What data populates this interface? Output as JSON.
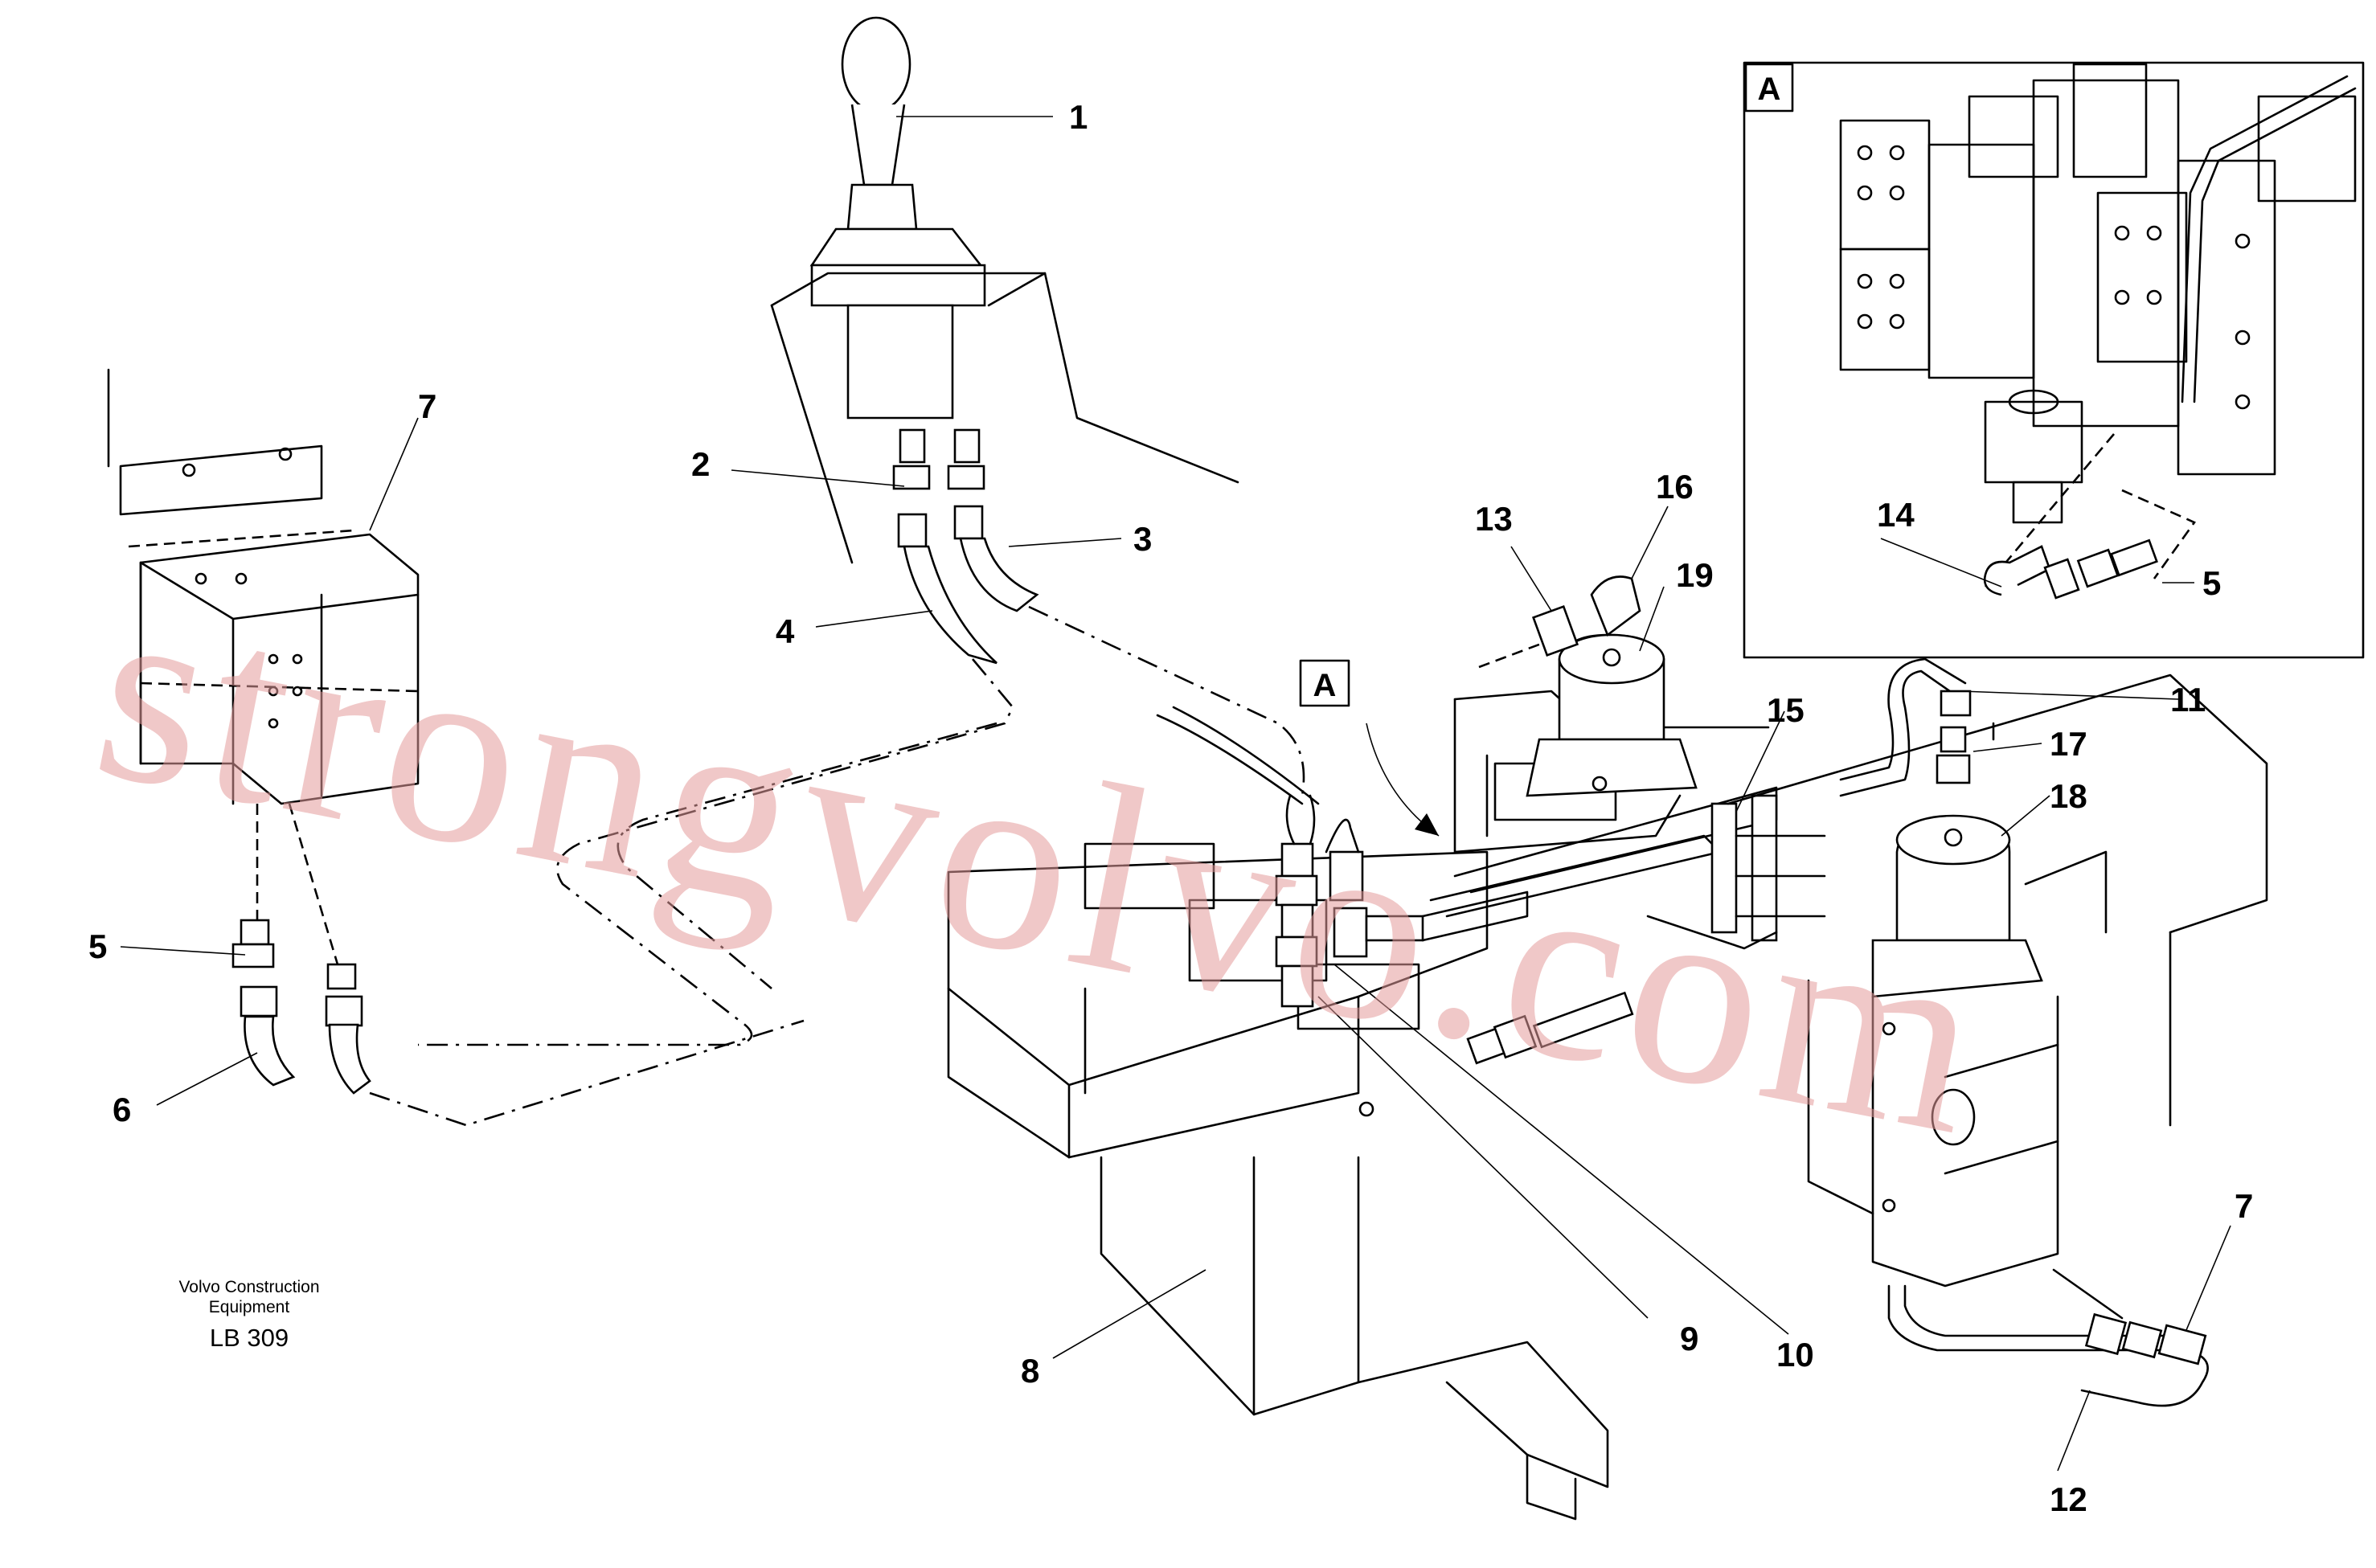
{
  "callouts": {
    "c1": "1",
    "c2": "2",
    "c3": "3",
    "c4": "4",
    "c5a": "5",
    "c5b": "5",
    "c6": "6",
    "c7a": "7",
    "c7b": "7",
    "c8": "8",
    "c9": "9",
    "c10": "10",
    "c11": "11",
    "c12": "12",
    "c13": "13",
    "c14": "14",
    "c15": "15",
    "c16": "16",
    "c17": "17",
    "c18": "18",
    "c19": "19"
  },
  "detail_marker": "A",
  "inset_marker": "A",
  "caption": {
    "line1": "Volvo Construction",
    "line2": "Equipment",
    "code": "LB 309"
  },
  "watermark": "strongvolvo.com",
  "colors": {
    "line": "#000000",
    "watermark": "#e39a9a",
    "background": "#ffffff"
  }
}
